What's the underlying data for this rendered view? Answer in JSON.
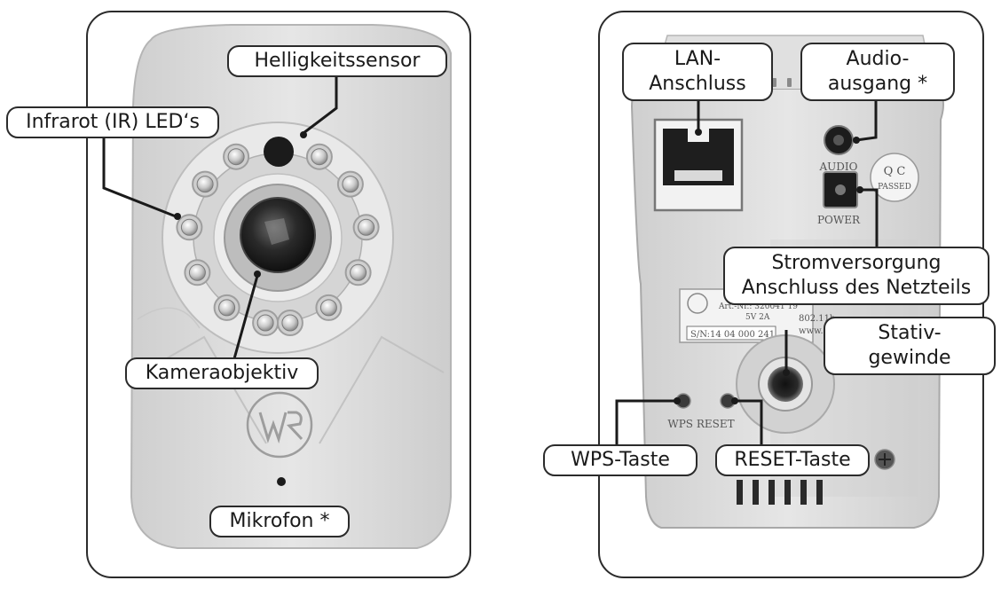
{
  "front": {
    "labels": {
      "brightness_sensor": "Helligkeitssensor",
      "ir_leds": "Infrarot (IR) LED‘s",
      "lens": "Kameraobjektiv",
      "microphone": "Mikrofon *"
    }
  },
  "back": {
    "labels": {
      "lan_line1": "LAN-",
      "lan_line2": "Anschluss",
      "audio_line1": "Audio-",
      "audio_line2": "ausgang *",
      "power_line1": "Stromversorgung",
      "power_line2": "Anschluss des Netzteils",
      "tripod_line1": "Stativ-",
      "tripod_line2": "gewinde",
      "wps": "WPS-Taste",
      "reset": "RESET-Taste"
    },
    "printed": {
      "audio": "AUDIO",
      "power": "POWER",
      "wps_reset": "WPS RESET",
      "qc": "Q C",
      "passed": "PASSED",
      "serial": "S/N:14 04 000 241",
      "art": "Art.-Nr.: 320041 19",
      "rating": "5V 2A",
      "wifi": "802.11b",
      "www": "www."
    }
  },
  "colors": {
    "panel_border": "#2b2b2b",
    "housing": "#dcdcdc",
    "housing_light": "#eaeaea",
    "leader": "#1a1a1a"
  },
  "icons": {
    "logo": "wr-logo-icon"
  }
}
